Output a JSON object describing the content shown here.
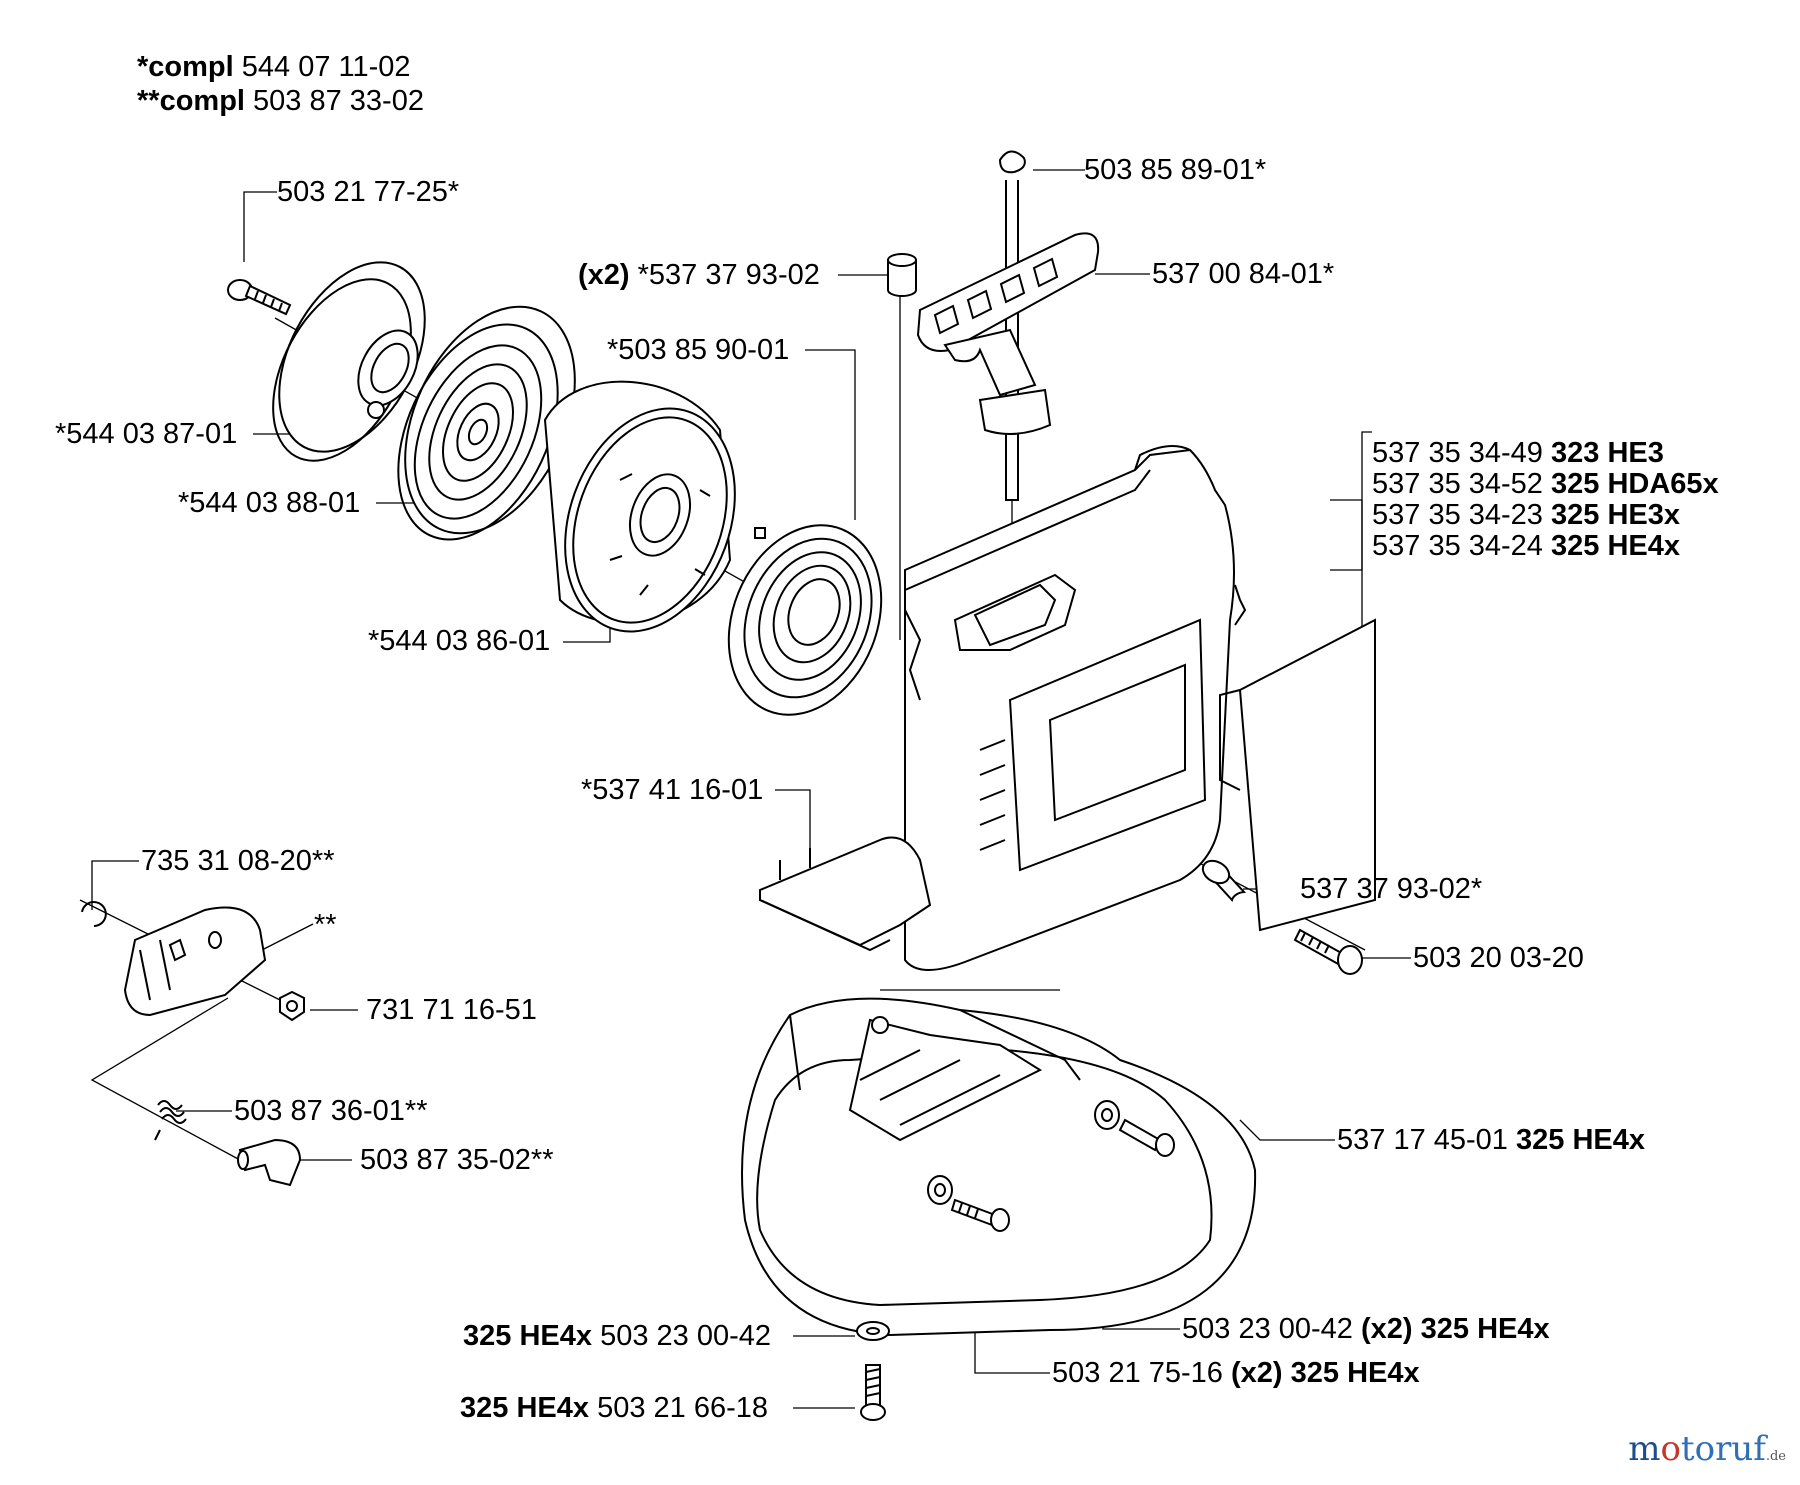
{
  "header": {
    "line1_prefix": "*compl",
    "line1_part": "544 07 11-02",
    "line2_prefix": "**compl",
    "line2_part": "503 87 33-02"
  },
  "labels": {
    "screw_top": "503 21 77-25*",
    "pulley": "*544 03 87-01",
    "spring_cassette": "*544 03 88-01",
    "rope_pulley": "*544 03 86-01",
    "spring": "*503 85 90-01",
    "bushing_pair_qty": "(x2)",
    "bushing_pair_part": "*537 37 93-02",
    "rope": "503 85 89-01*",
    "handle": "537 00 84-01*",
    "cover_base": "*537 41 16-01",
    "bushing": "537 37 93-02*",
    "screw_right": "503 20 03-20",
    "circlip": "735 31 08-20**",
    "pawl_assembly": "**",
    "nut": "731 71 16-51",
    "pawl_spring": "503 87 36-01**",
    "pawl": "503 87 35-02**",
    "guard_part": "537 17 45-01",
    "guard_model": "325 HE4x",
    "washer_right_part": "503 23 00-42",
    "washer_right_qty": "(x2)",
    "washer_right_model": "325 HE4x",
    "screw_mid_part": "503 21 75-16",
    "screw_mid_qty": "(x2)",
    "screw_mid_model": "325 HE4x",
    "washer_left_model": "325 HE4x",
    "washer_left_part": "503 23 00-42",
    "screw_bottom_model": "325 HE4x",
    "screw_bottom_part": "503 21 66-18"
  },
  "starter_covers": [
    {
      "part": "537 35 34-49",
      "model": "323 HE3"
    },
    {
      "part": "537 35 34-52",
      "model": "325 HDA65x"
    },
    {
      "part": "537 35 34-23",
      "model": "325 HE3x"
    },
    {
      "part": "537 35 34-24",
      "model": "325 HE4x"
    }
  ],
  "watermark": {
    "brand": "motoruf",
    "tld": ".de",
    "color_m": "#1f4d8a",
    "color_o": "#c0392b",
    "color_rest": "#2e6fb5"
  }
}
